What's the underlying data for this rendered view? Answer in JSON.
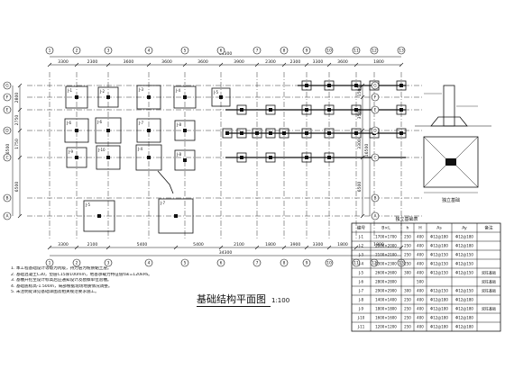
{
  "plan": {
    "title": "基础结构平面图",
    "scale": "1:100",
    "x_axes": [
      "1",
      "2",
      "3",
      "4",
      "5",
      "6",
      "7",
      "8",
      "9",
      "10",
      "11",
      "12",
      "13"
    ],
    "y_axes": [
      "A",
      "B",
      "C",
      "D",
      "E",
      "F",
      "G"
    ],
    "top_dims_outer": "34300",
    "top_dims": [
      "3300",
      "2300",
      "3600",
      "3600",
      "3600",
      "3900",
      "2300",
      "2300",
      "3300",
      "3600",
      "1800"
    ],
    "bottom_dims_outer": "34300",
    "bottom_dims": [
      "3300",
      "2100",
      "5400",
      "5400",
      "2100",
      "1800",
      "3900",
      "3300",
      "1800",
      "1800"
    ],
    "left_dims_outer": "16500",
    "left_dims": [
      "2800",
      "2750",
      "1750",
      "6500"
    ],
    "right_dims_outer": "16500",
    "right_dims": [
      "1500",
      "3500",
      "3300",
      "6500"
    ],
    "footing_tags": [
      "J-1",
      "J-2",
      "J-3",
      "J-4",
      "J-5",
      "J-6",
      "J-7",
      "J-8",
      "J-9",
      "J-10",
      "J-11"
    ]
  },
  "detail": {
    "caption": "独立基础"
  },
  "table": {
    "title": "独立基础表",
    "headers": [
      "编号",
      "B×L",
      "h",
      "H",
      "As",
      "Ay",
      "备注"
    ],
    "rows": [
      [
        "J-1",
        "1700×1700",
        "250",
        "400",
        "Φ12@180",
        "Φ12@180",
        ""
      ],
      [
        "J-2",
        "2000×2000",
        "250",
        "400",
        "Φ12@180",
        "Φ12@180",
        ""
      ],
      [
        "J-3",
        "2100×2100",
        "250",
        "400",
        "Φ12@150",
        "Φ12@150",
        ""
      ],
      [
        "J-4",
        "2300×2300",
        "250",
        "400",
        "Φ12@150",
        "Φ12@150",
        ""
      ],
      [
        "J-5",
        "2600×2600",
        "300",
        "400",
        "Φ12@150",
        "Φ12@150",
        "双柱基础"
      ],
      [
        "J-6",
        "2800×2800",
        "",
        "500",
        "",
        "",
        "双柱基础"
      ],
      [
        "J-7",
        "2900×2900",
        "300",
        "400",
        "Φ12@150",
        "Φ12@150",
        "双柱基础"
      ],
      [
        "J-8",
        "1400×1400",
        "250",
        "400",
        "Φ12@180",
        "Φ12@180",
        ""
      ],
      [
        "J-9",
        "1800×1800",
        "250",
        "400",
        "Φ12@180",
        "Φ12@180",
        "双柱基础"
      ],
      [
        "J-10",
        "1600×1600",
        "250",
        "400",
        "Φ12@180",
        "Φ12@180",
        ""
      ],
      [
        "J-11",
        "1200×1200",
        "250",
        "400",
        "Φ12@180",
        "Φ12@180",
        ""
      ]
    ]
  },
  "notes": [
    "1. 本工程基础设计等级为丙级，持力层为粉质黏土层。",
    "2. 基础混凝土C30，垫层C15厚100mm，地基承载力特征值fak=120kPa。",
    "3. 基槽开挖至设计标高后应通知设计及勘察单位验槽。",
    "4. 基础底标高-1.500m，局部根据现场地质情况调整。",
    "5. 未注明处详见基础详图及相关规范要求施工。"
  ]
}
